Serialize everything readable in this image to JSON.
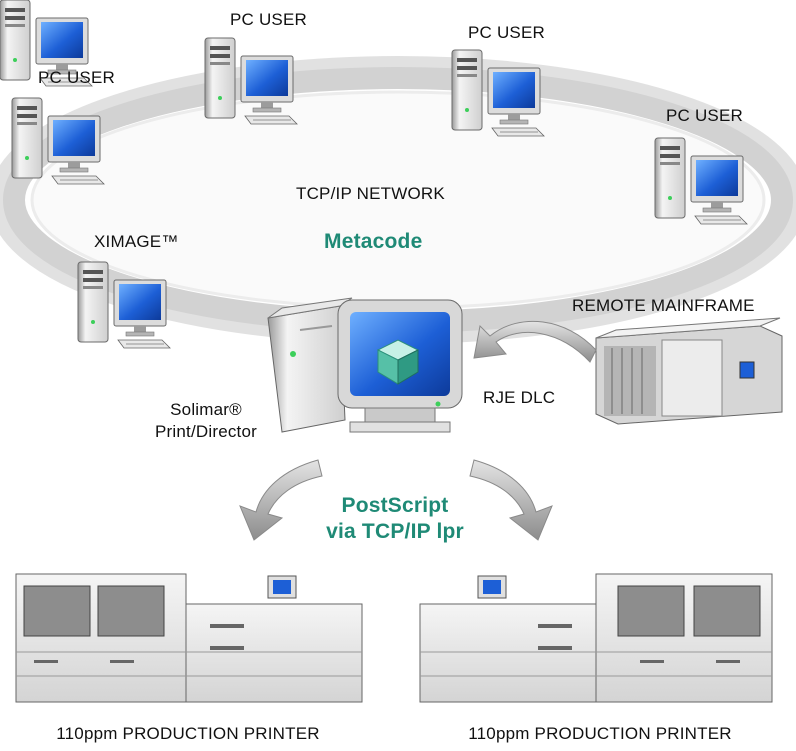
{
  "nodes": {
    "pc_user_1": "PC USER",
    "pc_user_2": "PC USER",
    "pc_user_3": "PC USER",
    "pc_user_4": "PC USER",
    "ximage": "XIMAGE™",
    "remote_mainframe": "REMOTE MAINFRAME",
    "solimar_line1": "Solimar®",
    "solimar_line2": "Print/Director",
    "printer_left": "110ppm PRODUCTION PRINTER",
    "printer_right": "110ppm PRODUCTION PRINTER"
  },
  "network": {
    "label": "TCP/IP NETWORK",
    "protocol": "Metacode"
  },
  "links": {
    "rje": "RJE DLC",
    "postscript_line1": "PostScript",
    "postscript_line2": "via TCP/IP lpr"
  },
  "colors": {
    "accent": "#1f8a76",
    "ring": "#c9c9c9",
    "arrow": "#a8a8a8",
    "screen": "#1d5fd6"
  }
}
